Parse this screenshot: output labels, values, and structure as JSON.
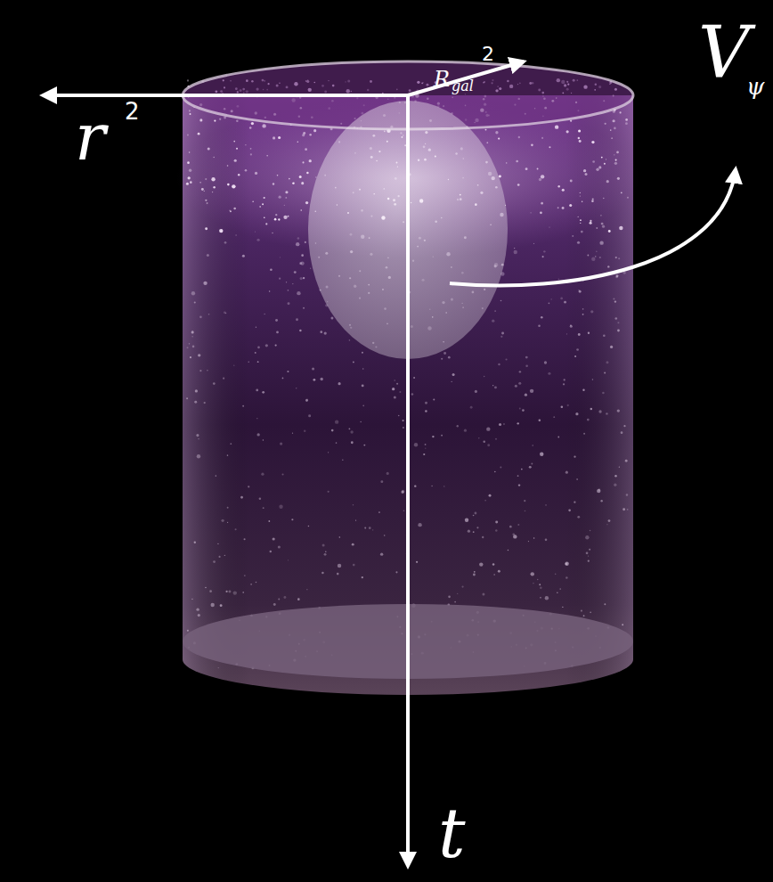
{
  "diagram": {
    "labels": [
      "r",
      "2",
      "R",
      "2",
      "gal",
      "V",
      "ψ",
      "t"
    ]
  }
}
